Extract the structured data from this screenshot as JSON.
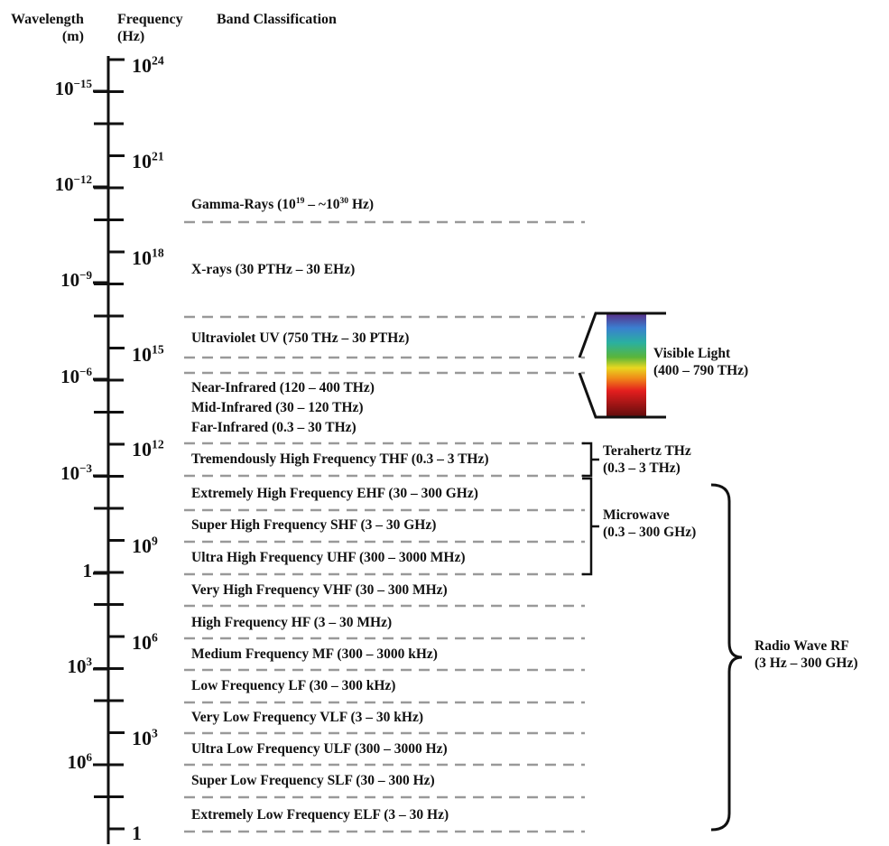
{
  "header": {
    "wavelength": "Wavelength",
    "wavelength_unit": "(m)",
    "frequency": "Frequency",
    "frequency_unit": "(Hz)",
    "band": "Band Classification"
  },
  "wavelength_ticks": [
    {
      "base": "10",
      "exp": "−15"
    },
    {
      "base": "10",
      "exp": "−12"
    },
    {
      "base": "10",
      "exp": "−9"
    },
    {
      "base": "10",
      "exp": "−6"
    },
    {
      "base": "10",
      "exp": "−3"
    },
    {
      "base": "1",
      "exp": ""
    },
    {
      "base": "10",
      "exp": "3"
    },
    {
      "base": "10",
      "exp": "6"
    }
  ],
  "frequency_ticks": [
    {
      "base": "10",
      "exp": "24"
    },
    {
      "base": "10",
      "exp": "21"
    },
    {
      "base": "10",
      "exp": "18"
    },
    {
      "base": "10",
      "exp": "15"
    },
    {
      "base": "10",
      "exp": "12"
    },
    {
      "base": "10",
      "exp": "9"
    },
    {
      "base": "10",
      "exp": "6"
    },
    {
      "base": "10",
      "exp": "3"
    },
    {
      "base": "1",
      "exp": ""
    }
  ],
  "bands": {
    "gamma_a": "Gamma-Rays (10",
    "gamma_b": "19",
    "gamma_c": " – ~10",
    "gamma_d": "30",
    "gamma_e": " Hz)",
    "xray": "X-rays (30 PTHz – 30 EHz)",
    "uv": "Ultraviolet UV (750 THz – 30 PTHz)",
    "nir": "Near-Infrared (120 – 400 THz)",
    "mir": "Mid-Infrared (30 – 120 THz)",
    "fir": "Far-Infrared (0.3 – 30 THz)",
    "thf": "Tremendously High Frequency THF (0.3 – 3 THz)",
    "ehf": "Extremely High Frequency EHF (30 – 300 GHz)",
    "shf": "Super High Frequency SHF (3 – 30 GHz)",
    "uhf": "Ultra High Frequency UHF (300 – 3000 MHz)",
    "vhf": "Very High Frequency VHF (30 – 300 MHz)",
    "hf": "High Frequency HF (3 – 30 MHz)",
    "mf": "Medium Frequency MF (300 – 3000 kHz)",
    "lf": "Low Frequency LF (30 – 300 kHz)",
    "vlf": "Very Low Frequency VLF (3 – 30 kHz)",
    "ulf": "Ultra Low Frequency ULF (300 – 3000 Hz)",
    "slf": "Super Low Frequency SLF (30 – 300 Hz)",
    "elf": "Extremely Low Frequency ELF (3 – 30 Hz)"
  },
  "groups": {
    "visible_title": "Visible Light",
    "visible_range": "(400 – 790 THz)",
    "thz_title": "Terahertz THz",
    "thz_range": "(0.3 – 3 THz)",
    "mw_title": "Microwave",
    "mw_range": "(0.3 – 300 GHz)",
    "rf_title": "Radio Wave RF",
    "rf_range": "(3 Hz – 300 GHz)"
  },
  "colors": {
    "axis": "#111111",
    "dash": "#999999",
    "spectrum": [
      "#5a2d86",
      "#3a7fd0",
      "#2ab0a0",
      "#5ab53a",
      "#e8d820",
      "#f08a18",
      "#e41e1e",
      "#6a0e0e"
    ]
  }
}
